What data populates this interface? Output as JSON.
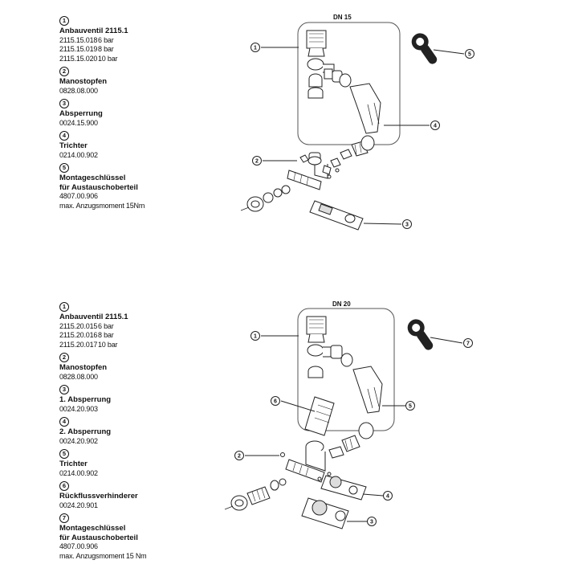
{
  "top": {
    "dn_label": "DN 15",
    "items": [
      {
        "num": "1",
        "title": "Anbauventil 2115.1",
        "lines": [
          [
            "2115.15.018",
            "6 bar"
          ],
          [
            "2115.15.019",
            "8 bar"
          ],
          [
            "2115.15.020",
            "10 bar"
          ]
        ]
      },
      {
        "num": "2",
        "title": "Manostopfen",
        "lines": [
          [
            "0828.08.000",
            ""
          ]
        ]
      },
      {
        "num": "3",
        "title": "Absperrung",
        "lines": [
          [
            "0024.15.900",
            ""
          ]
        ]
      },
      {
        "num": "4",
        "title": "Trichter",
        "lines": [
          [
            "0214.00.902",
            ""
          ]
        ]
      },
      {
        "num": "5",
        "title": "Montageschlüssel",
        "title2": "für Austauschoberteil",
        "lines": [
          [
            "4807.00.906",
            ""
          ],
          [
            "max. Anzugsmoment 15Nm",
            ""
          ]
        ]
      }
    ],
    "callouts": [
      "1",
      "2",
      "3",
      "4",
      "5"
    ]
  },
  "bottom": {
    "dn_label": "DN 20",
    "items": [
      {
        "num": "1",
        "title": "Anbauventil 2115.1",
        "lines": [
          [
            "2115.20.015",
            "6 bar"
          ],
          [
            "2115.20.016",
            "8 bar"
          ],
          [
            "2115.20.017",
            "10 bar"
          ]
        ]
      },
      {
        "num": "2",
        "title": "Manostopfen",
        "lines": [
          [
            "0828.08.000",
            ""
          ]
        ]
      },
      {
        "num": "3",
        "title": "1. Absperrung",
        "lines": [
          [
            "0024.20.903",
            ""
          ]
        ]
      },
      {
        "num": "4",
        "title": "2. Absperrung",
        "lines": [
          [
            "0024.20.902",
            ""
          ]
        ]
      },
      {
        "num": "5",
        "title": "Trichter",
        "lines": [
          [
            "0214.00.902",
            ""
          ]
        ]
      },
      {
        "num": "6",
        "title": "Rückflussverhinderer",
        "lines": [
          [
            "0024.20.901",
            ""
          ]
        ]
      },
      {
        "num": "7",
        "title": "Montageschlüssel",
        "title2": "für Austauschoberteil",
        "lines": [
          [
            "4807.00.906",
            ""
          ],
          [
            "max. Anzugsmoment 15 Nm",
            ""
          ]
        ]
      }
    ],
    "callouts": [
      "1",
      "2",
      "3",
      "4",
      "5",
      "6",
      "7"
    ]
  },
  "colors": {
    "line": "#222222",
    "fill": "#ffffff",
    "shade": "#bbbbbb"
  }
}
